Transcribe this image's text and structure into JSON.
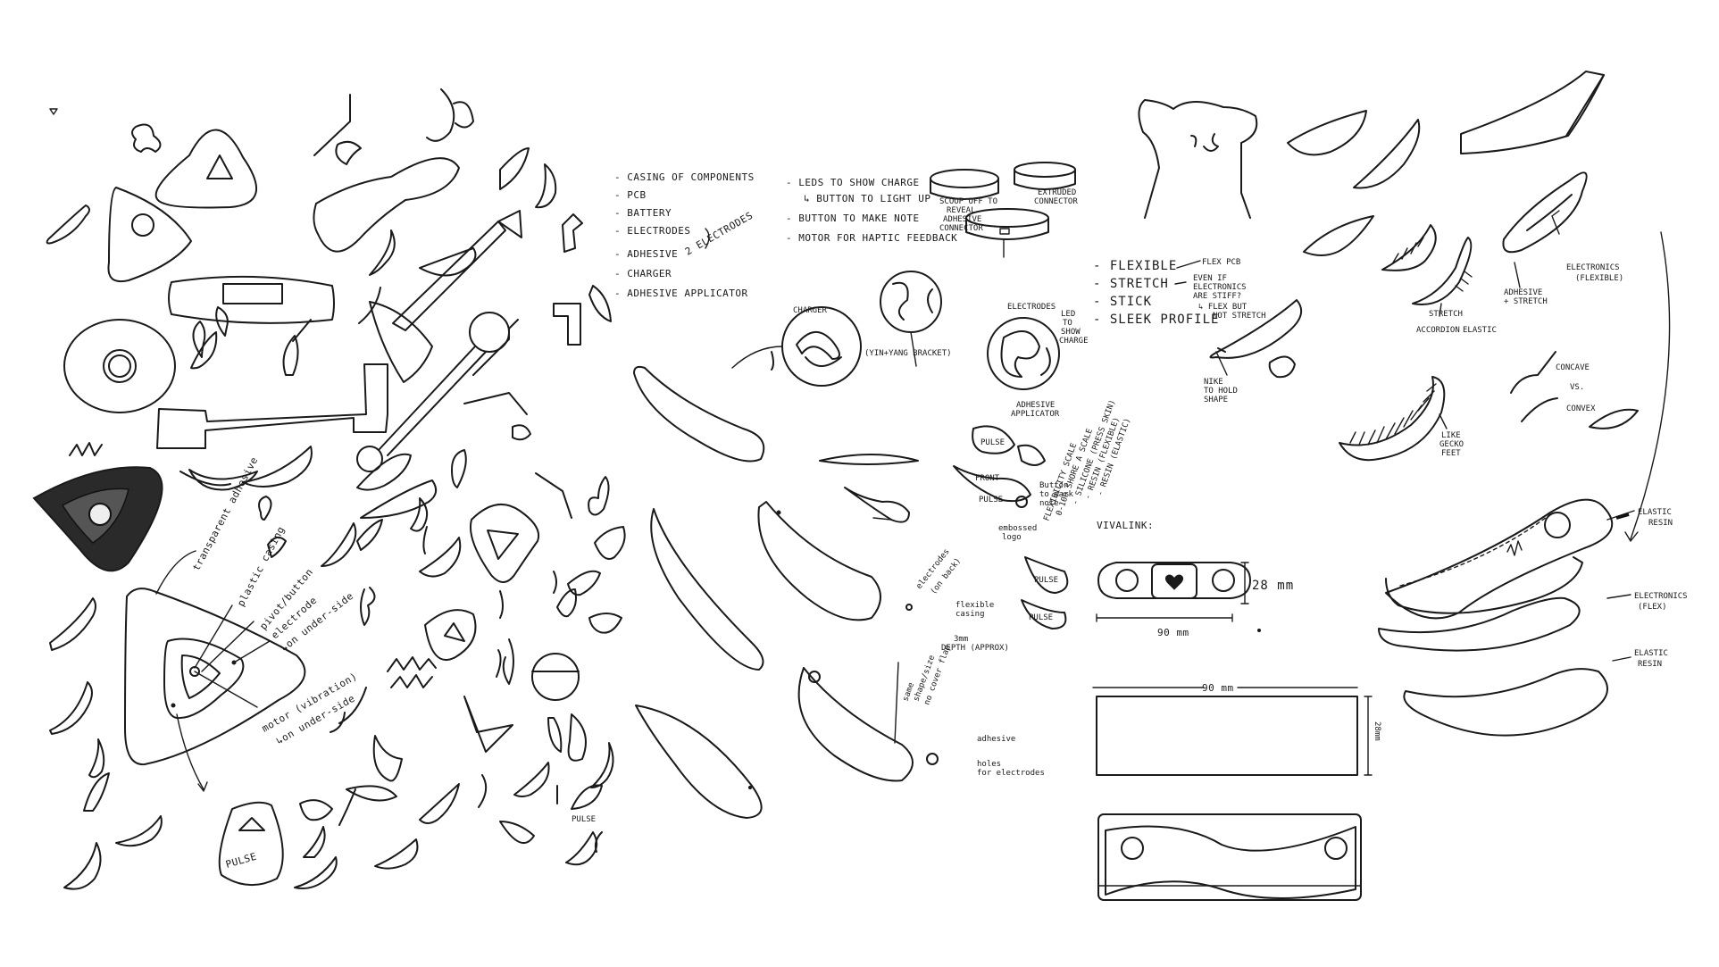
{
  "notes": {
    "components": [
      "- CASING OF COMPONENTS",
      "- PCB",
      "- BATTERY",
      "- ELECTRODES",
      "- ADHESIVE",
      "- CHARGER",
      "- ADHESIVE APPLICATOR"
    ],
    "electrodes_count": "2 ELECTRODES",
    "functions": [
      "- LEDS TO SHOW CHARGE",
      "↳ BUTTON TO LIGHT UP",
      "- BUTTON TO MAKE NOTE",
      "- MOTOR FOR HAPTIC FEEDBACK"
    ],
    "properties": [
      "- FLEXIBLE",
      "- STRETCH",
      "- STICK",
      "- SLEEK PROFILE"
    ],
    "flex_pcb": "FLEX PCB",
    "stretch_note": [
      "EVEN IF",
      "ELECTRONICS",
      "ARE STIFF?",
      "↳ FLEX BUT",
      "NOT STRETCH"
    ],
    "flex_scale": [
      "FLEXIBILITY SCALE",
      "0-100 SHORE A SCALE"
    ],
    "silicone_notes": [
      "- SILICONE (PRESS SKIN)",
      "- RESIN (FLEXIBLE)",
      "- RESIN (ELASTIC)"
    ]
  },
  "labels": {
    "transparent_adhesive": "transparent adhesive",
    "plastic_casing": "plastic casing",
    "pivot_button": "pivot/button",
    "electrode": "electrode",
    "electrode_underside": "↳on under-side",
    "motor": "motor (vibration)",
    "motor_underside": "↳on under-side",
    "pulse_1": "PULSE",
    "pulse_2": "PULSE",
    "pulse_3": "PULSE",
    "pulse_4": "PULSE",
    "pulse_5": "PULSE",
    "pulse_6": "PULSE",
    "charger": "CHARGER",
    "yin_yang": "(YIN+YANG BRACKET)",
    "scoop": "SCOOP OFF TO",
    "scoop2": "REVEAL",
    "scoop3": "ADHESIVE",
    "scoop4": "CONNECTOR",
    "extruded": "EXTRUDED",
    "extruded2": "CONNECTOR",
    "electrodes_top": "ELECTRODES",
    "led_label": "LED",
    "led2": "TO",
    "led3": "SHOW",
    "led4": "CHARGE",
    "adhesive_applicator": "ADHESIVE",
    "adhesive_applicator2": "APPLICATOR",
    "front": "FRONT",
    "button_mark": "Button",
    "button_mark2": "to mark",
    "button_mark3": "note",
    "embossed": "embossed",
    "embossed2": "logo",
    "electrodes_bottom": "electrodes",
    "electrodes_bottom2": "(on back)",
    "flexible_casing": "flexible",
    "flexible_casing2": "casing",
    "depth": "3mm",
    "depth2": "DEPTH (APPROX)",
    "same_shape": "same",
    "same_shape2": "shape/size",
    "same_shape3": "no cover flap",
    "adhesive_bottom": "adhesive",
    "holes": "holes",
    "holes2": "for electrodes",
    "vivalink": "VIVALINK:",
    "dim_28": "28 mm",
    "dim_90": "90 mm",
    "dim_90b": "90 mm",
    "dim_28b": "28mm",
    "nike": "NIKE",
    "nike2": "TO HOLD",
    "nike3": "SHAPE",
    "stretch": "STRETCH",
    "accordion": "ACCORDION",
    "elastic": "ELASTIC",
    "adhesive_stretch": "ADHESIVE",
    "adhesive_stretch2": "+ STRETCH",
    "electronics_flexible": "ELECTRONICS",
    "electronics_flexible2": "(FLEXIBLE)",
    "concave": "CONCAVE",
    "vs": "VS.",
    "convex": "CONVEX",
    "like_gecko": "LIKE",
    "like_gecko2": "GECKO",
    "like_gecko3": "FEET",
    "elastic_resin_top": "ELASTIC",
    "elastic_resin_top2": "RESIN",
    "electronics_flex": "ELECTRONICS",
    "electronics_flex2": "(FLEX)",
    "elastic_resin_bot": "ELASTIC",
    "elastic_resin_bot2": "RESIN"
  }
}
